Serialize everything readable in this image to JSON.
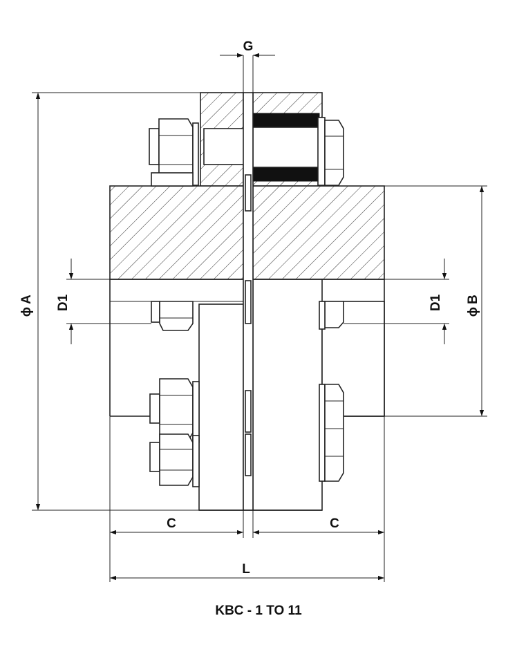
{
  "drawing": {
    "caption": "KBC - 1 TO 11",
    "dimensions": {
      "gap": "G",
      "outer_diameter": "A",
      "hub_diameter": "B",
      "bore_left": "D1",
      "bore_right": "D1",
      "hub_length_left": "C",
      "hub_length_right": "C",
      "overall_length": "L"
    },
    "diameter_symbol": "ϕ"
  }
}
